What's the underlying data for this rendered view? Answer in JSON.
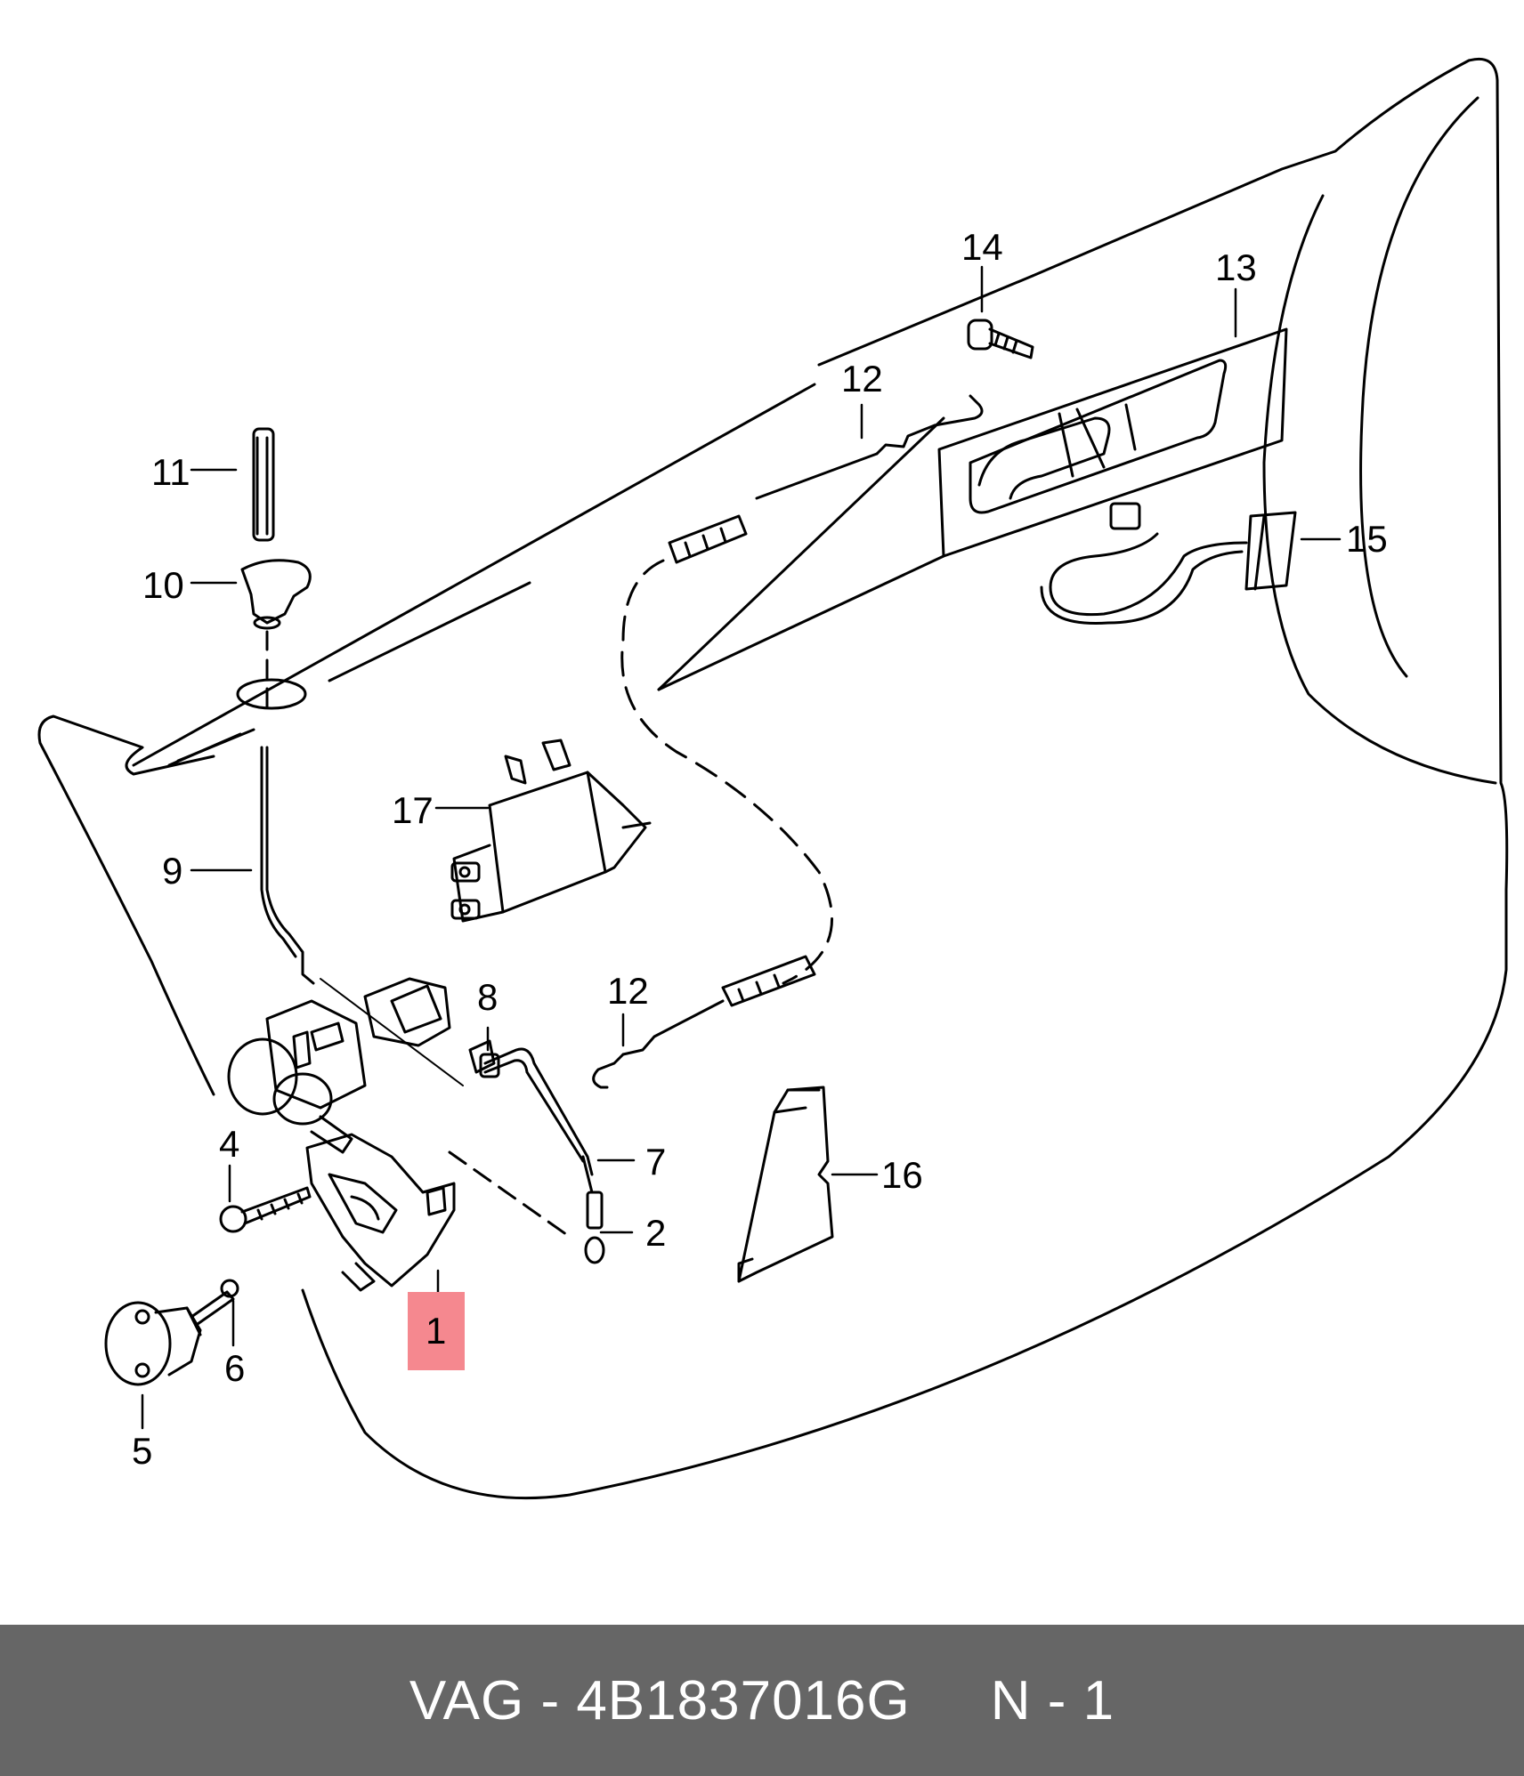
{
  "footer": {
    "part_label": "VAG - 4B1837016G",
    "position_label": "N - 1",
    "background": "#666666",
    "text_color": "#ffffff"
  },
  "diagram": {
    "highlight_color": "#f5888f",
    "highlighted_callout": "1",
    "callouts": [
      "1",
      "2",
      "4",
      "5",
      "6",
      "7",
      "8",
      "9",
      "10",
      "11",
      "12",
      "12",
      "13",
      "14",
      "15",
      "16",
      "17"
    ],
    "callout_values": {
      "c1": "1",
      "c2": "2",
      "c4": "4",
      "c5": "5",
      "c6": "6",
      "c7": "7",
      "c8": "8",
      "c9": "9",
      "c10": "10",
      "c11": "11",
      "c12a": "12",
      "c12b": "12",
      "c13": "13",
      "c14": "14",
      "c15": "15",
      "c16": "16",
      "c17": "17"
    }
  }
}
